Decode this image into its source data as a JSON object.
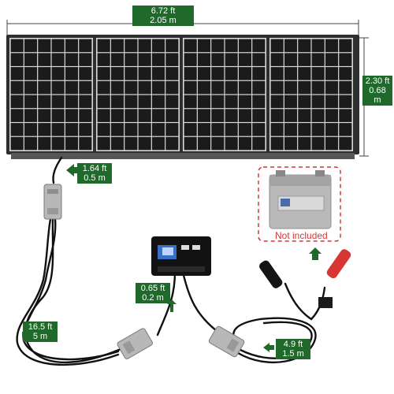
{
  "dimensions": {
    "width": {
      "ft": "6.72 ft",
      "m": "2.05 m"
    },
    "height": {
      "ft": "2.30 ft",
      "m": "0.68 m"
    }
  },
  "cables": {
    "panel_lead": {
      "ft": "1.64 ft",
      "m": "0.5 m"
    },
    "main_cable": {
      "ft": "16.5 ft",
      "m": "5 m"
    },
    "controller_lead": {
      "ft": "0.65 ft",
      "m": "0.2 m"
    },
    "battery_clips": {
      "ft": "4.9 ft",
      "m": "1.5 m"
    }
  },
  "battery": {
    "note": "Not included"
  },
  "colors": {
    "label_bg": "#1f6a2a",
    "note_text": "#d03a3a",
    "note_border": "#d03a3a",
    "panel_frame": "#3a3a3a",
    "cell": "#1b1b1b"
  }
}
